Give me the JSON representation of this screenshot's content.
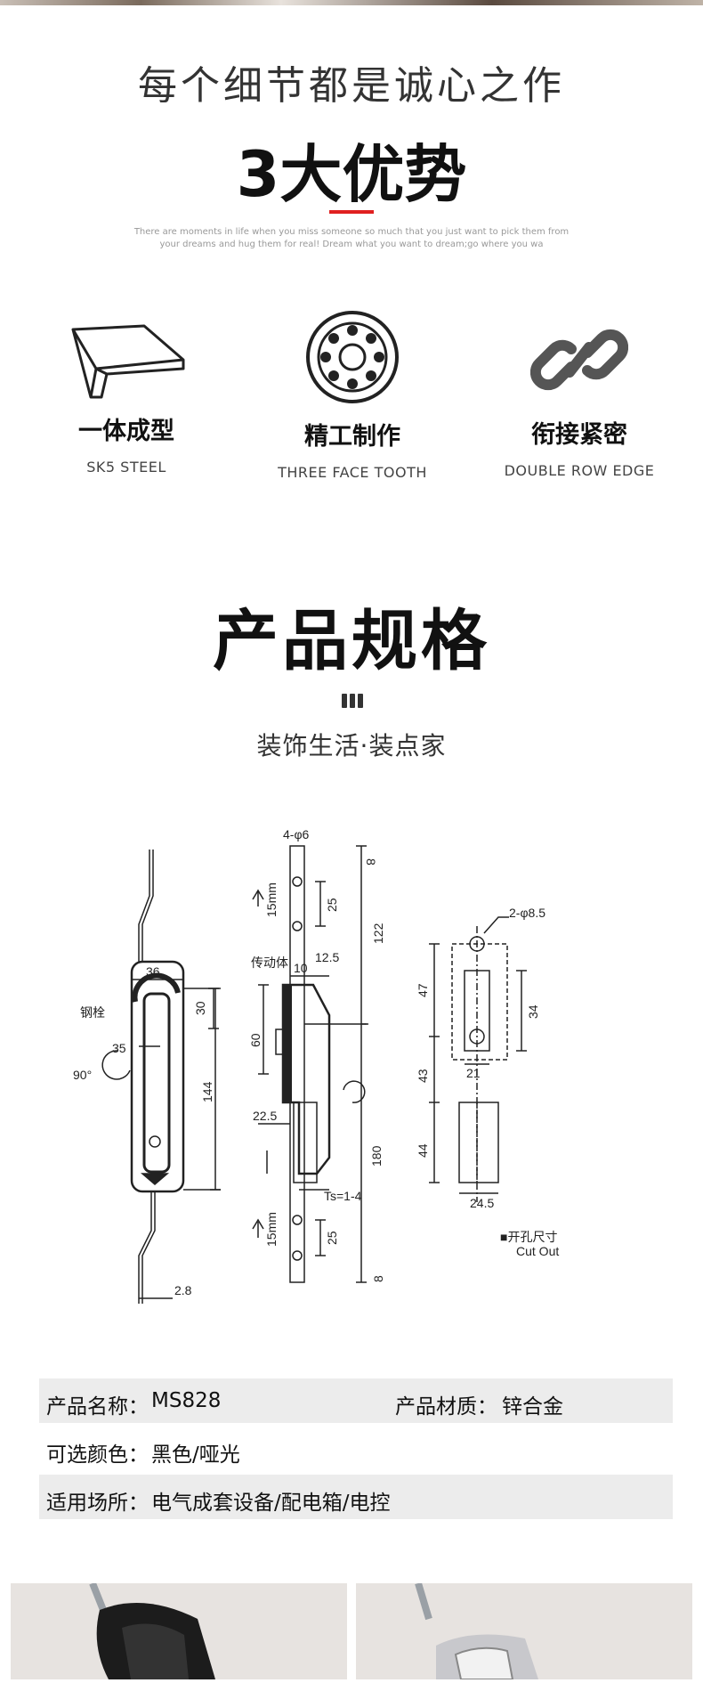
{
  "header": {
    "subtitle": "每个细节都是诚心之作",
    "title": "3大优势",
    "tagline": "There are moments in life when you miss someone so much that you just want to pick them from your dreams and hug them for real! Dream what you want to dream;go where you wa"
  },
  "features": [
    {
      "icon": "l-profile-icon",
      "name": "一体成型",
      "en": "SK5 STEEL"
    },
    {
      "icon": "gear-tooth-icon",
      "name": "精工制作",
      "en": "THREE FACE TOOTH"
    },
    {
      "icon": "chain-link-icon",
      "name": "衔接紧密",
      "en": "DOUBLE ROW EDGE"
    }
  ],
  "spec": {
    "title": "产品规格",
    "subtitle": "装饰生活·装点家"
  },
  "drawing": {
    "labels": {
      "holes_top": "4-φ6",
      "d8_top": "8",
      "d15mm_top": "15mm",
      "d25_top": "25",
      "d122": "122",
      "transmission": "传动体",
      "d10": "10",
      "d12_5": "12.5",
      "d36": "36",
      "d30": "30",
      "latch": "钢栓",
      "d35": "35",
      "deg90": "90°",
      "d144": "144",
      "d60": "60",
      "d22_5": "22.5",
      "d180": "180",
      "ts": "Ts=1-4",
      "d15mm_bot": "15mm",
      "d25_bot": "25",
      "d8_bot": "8",
      "d2_8": "2.8",
      "holes_right": "2-φ8.5",
      "d47": "47",
      "d34": "34",
      "d21": "21",
      "d43": "43",
      "d44": "44",
      "d24_5": "24.5",
      "cutout_cn": "■开孔尺寸",
      "cutout_en": "Cut Out"
    }
  },
  "specs": {
    "name_label": "产品名称：",
    "name_value": "MS828",
    "material_label": "产品材质：",
    "material_value": "锌合金",
    "color_label": "可选颜色：",
    "color_value": "黑色/哑光",
    "use_label": "适用场所：",
    "use_value": "电气成套设备/配电箱/电控"
  },
  "colors": {
    "accent": "#e02020",
    "row_shade": "#ececec"
  }
}
